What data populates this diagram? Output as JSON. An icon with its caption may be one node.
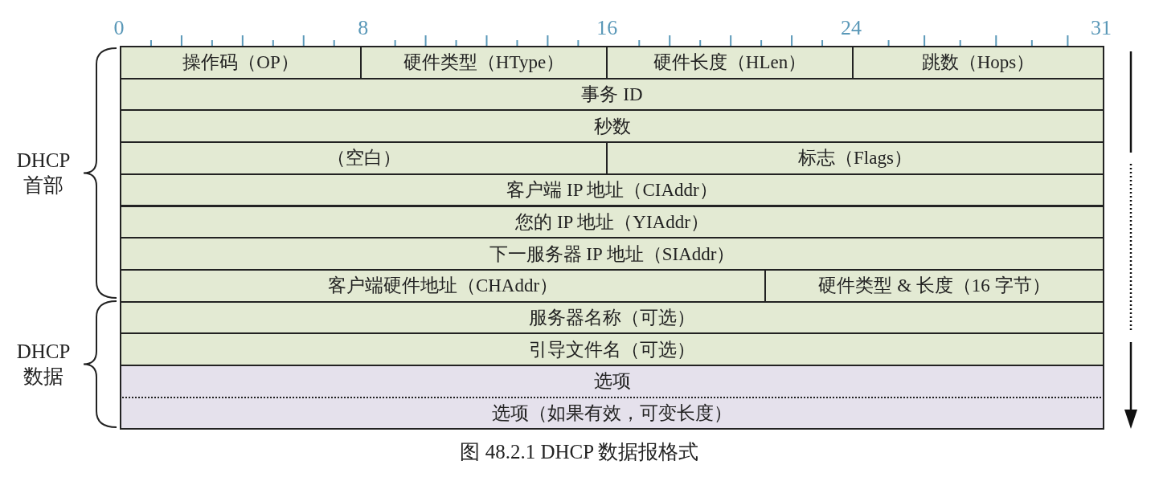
{
  "diagram": {
    "caption": "图 48.2.1 DHCP 数据报格式",
    "nodes": [
      {
        "text": [
          "操作码（OP）"
        ]
      },
      {
        "text": [
          "硬件类型（HType）"
        ]
      },
      {
        "text": [
          "硬件长度（HLen）"
        ]
      },
      {
        "text": [
          "跳数（Hops）"
        ]
      },
      {
        "text": [
          "事务 ID"
        ]
      },
      {
        "text": [
          "秒数"
        ]
      },
      {
        "text": [
          "（空白）"
        ]
      },
      {
        "text": [
          "标志（Flags）"
        ]
      },
      {
        "text": [
          "客户端 IP 地址（CIAddr）"
        ]
      },
      {
        "text": [
          "您的 IP 地址（YIAddr）"
        ]
      },
      {
        "text": [
          "下一服务器 IP 地址（SIAddr）"
        ]
      },
      {
        "text": [
          "客户端硬件地址（CHAddr）"
        ]
      },
      {
        "text": [
          "硬件类型 & 长度（16 字节）"
        ]
      },
      {
        "text": [
          "服务器名称（可选）"
        ]
      },
      {
        "text": [
          "引导文件名（可选）"
        ]
      },
      {
        "text": [
          "选项"
        ]
      },
      {
        "text": [
          "选项（如果有效，可变长度）"
        ]
      }
    ],
    "labels": [
      "0",
      "8",
      "16",
      "24",
      "31",
      "DHCP 首部",
      "DHCP 数据"
    ]
  }
}
